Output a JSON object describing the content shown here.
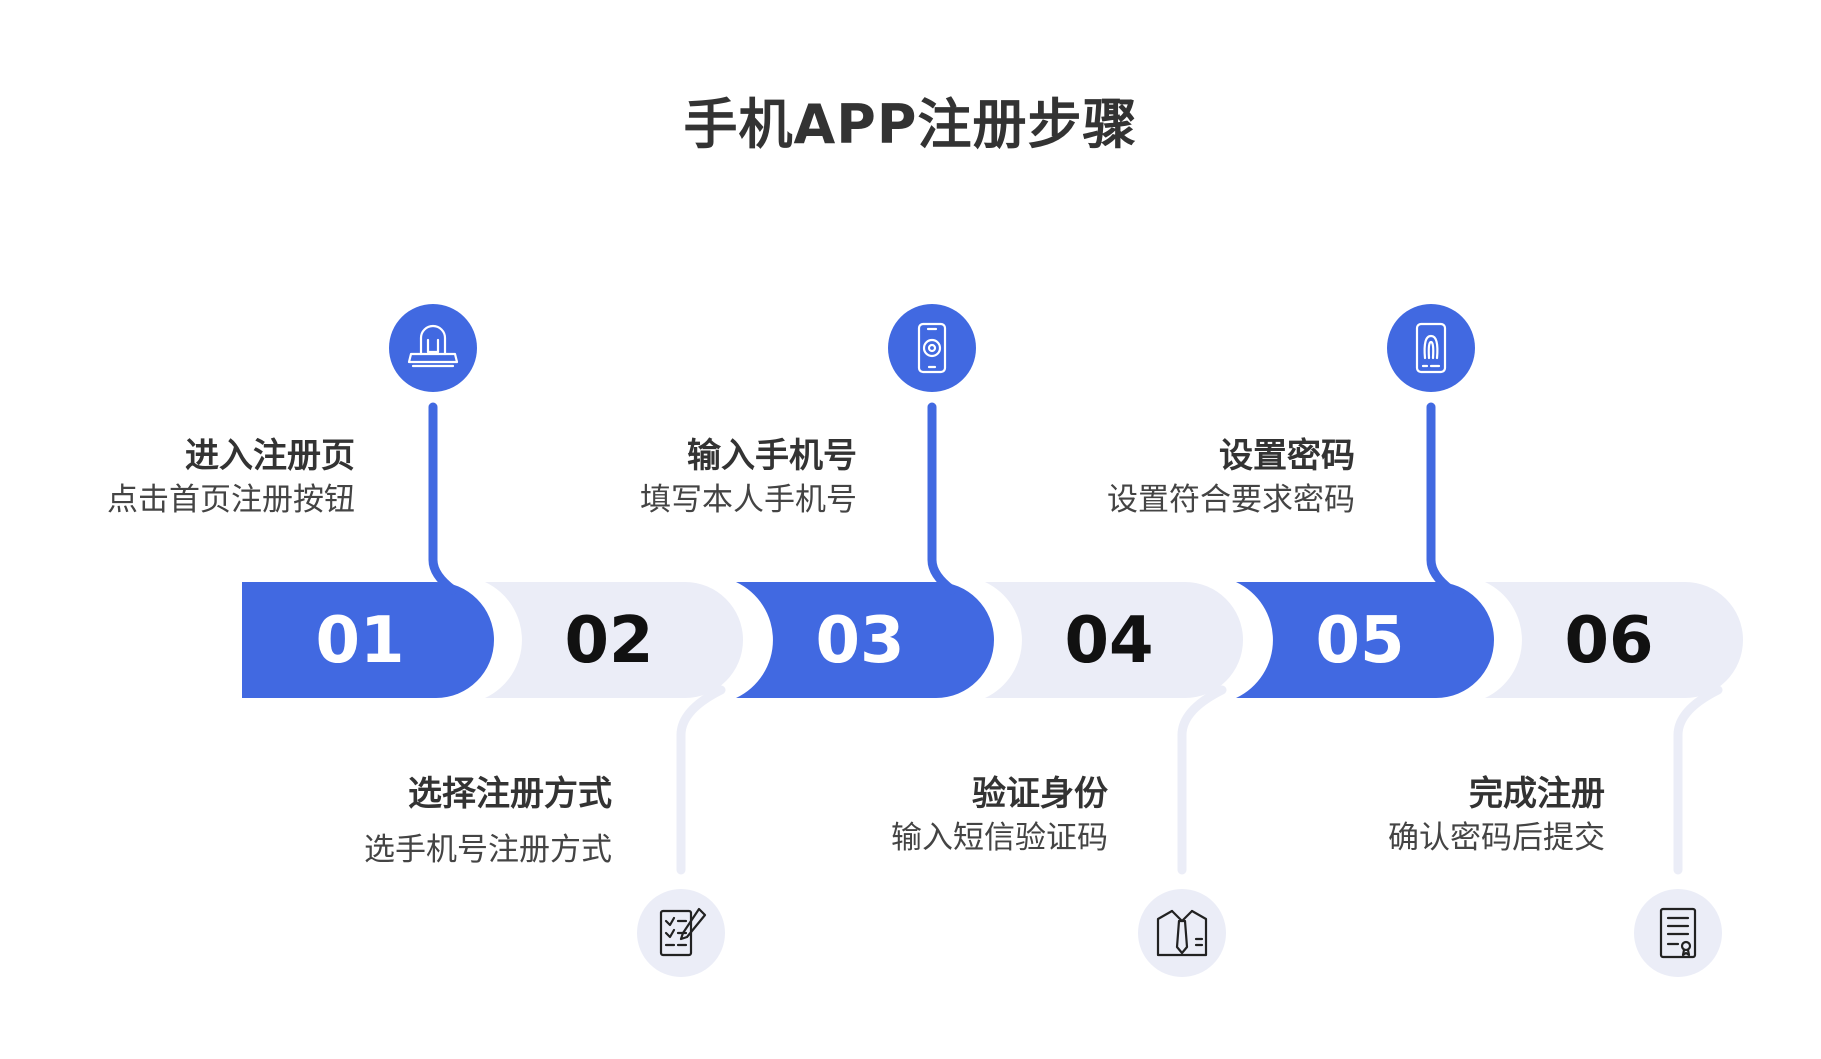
{
  "title": "手机APP注册步骤",
  "colors": {
    "blue": "#4169E1",
    "light": "#EBEDF7",
    "number_on_blue": "#FFFFFF",
    "number_on_light": "#111111",
    "text": "#333333"
  },
  "steps": [
    {
      "number": "01",
      "title": "进入注册页",
      "desc": "点击首页注册按钮",
      "icon": "register-page-icon"
    },
    {
      "number": "02",
      "title": "选择注册方式",
      "desc": "选手机号注册方式",
      "icon": "form-checklist-icon"
    },
    {
      "number": "03",
      "title": "输入手机号",
      "desc": "填写本人手机号",
      "icon": "mobile-phone-icon"
    },
    {
      "number": "04",
      "title": "验证身份",
      "desc": "输入短信验证码",
      "icon": "shirt-id-icon"
    },
    {
      "number": "05",
      "title": "设置密码",
      "desc": "设置符合要求密码",
      "icon": "fingerprint-phone-icon"
    },
    {
      "number": "06",
      "title": "完成注册",
      "desc": "确认密码后提交",
      "icon": "certificate-document-icon"
    }
  ]
}
